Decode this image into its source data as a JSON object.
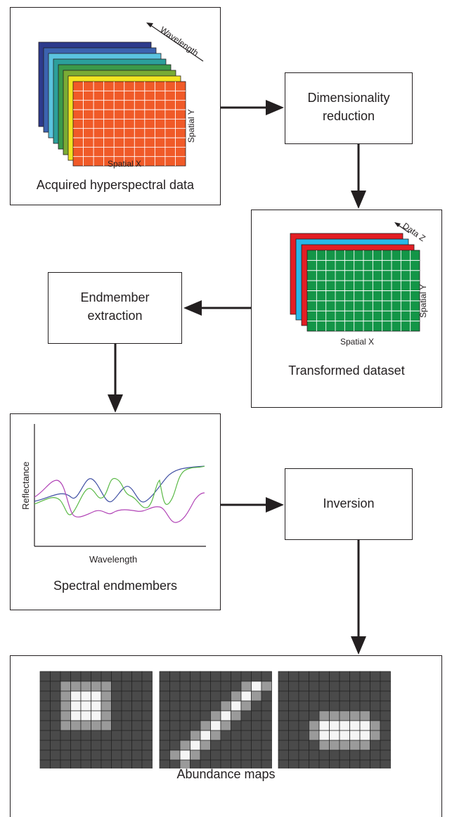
{
  "input_panel": {
    "caption": "Acquired hyperspectral data",
    "axis_wavelength": "Wavelength",
    "axis_spatial_y": "Spatial Y",
    "axis_spatial_x": "Spatial X",
    "band_colors": [
      "#2d3a8c",
      "#3c63b0",
      "#5bc4e0",
      "#2c9f9b",
      "#3b9a4a",
      "#7aab35",
      "#f2e521",
      "#f05a28"
    ]
  },
  "steps": {
    "dimensionality_reduction": "Dimensionality reduction",
    "endmember_extraction": "Endmember extraction",
    "inversion": "Inversion"
  },
  "transformed_panel": {
    "caption": "Transformed dataset",
    "axis_data_z": "Data Z",
    "axis_spatial_y": "Spatial Y",
    "axis_spatial_x": "Spatial X",
    "band_colors": [
      "#e31e24",
      "#29b8e8",
      "#e31e24",
      "#139547"
    ]
  },
  "endmember_panel": {
    "caption": "Spectral endmembers",
    "ylabel": "Reflectance",
    "xlabel": "Wavelength",
    "series_colors": [
      "#3f4fa3",
      "#5ab946",
      "#b143b6"
    ]
  },
  "abundance_panel": {
    "caption": "Abundance maps",
    "palette": {
      "dark": "#4a4a4a",
      "mid": "#9a9a9a",
      "light": "#f5f5f5"
    }
  }
}
